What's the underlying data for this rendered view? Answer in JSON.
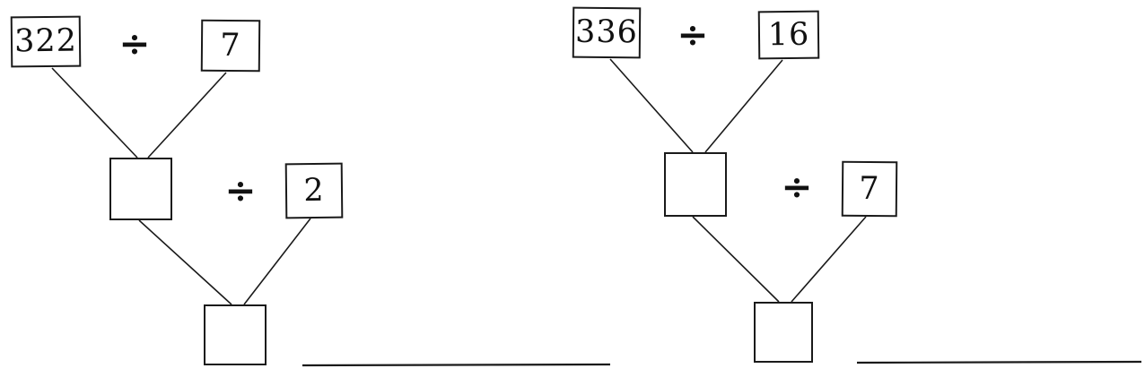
{
  "worksheet": {
    "ink_color": "#1a1a1a",
    "problems": [
      {
        "dividend": "322",
        "op1": "÷",
        "divisor1": "7",
        "op2": "÷",
        "divisor2": "2",
        "intermediate_answer": "",
        "final_answer": ""
      },
      {
        "dividend": "336",
        "op1": "÷",
        "divisor1": "16",
        "op2": "÷",
        "divisor2": "7",
        "intermediate_answer": "",
        "final_answer": ""
      }
    ]
  }
}
